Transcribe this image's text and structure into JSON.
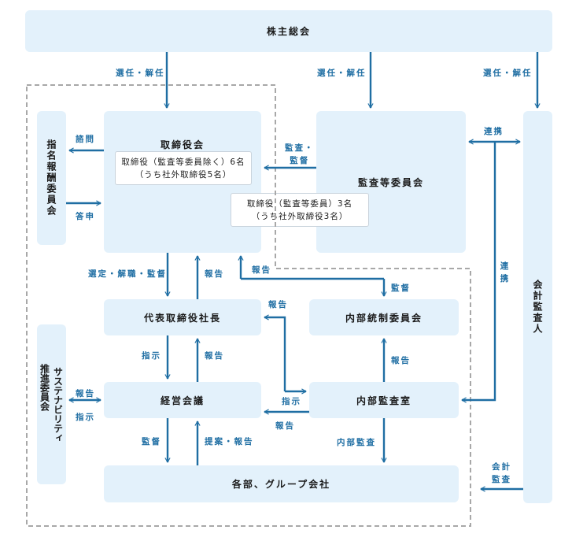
{
  "boxes": {
    "shareholders": "株主総会",
    "board": "取締役会",
    "board_members": [
      "取締役（監査等委員除く）6名",
      "（うち社外取締役5名）"
    ],
    "audit_members": [
      "取締役（監査等委員）3名",
      "（うち社外取締役3名）"
    ],
    "audit_committee": "監査等委員会",
    "nomination": "指名報酬委員会",
    "president": "代表取締役社長",
    "internal_control": "内部統制委員会",
    "sustainability": [
      "サステナビリティ",
      "推進委員会"
    ],
    "management": "経営会議",
    "internal_audit": "内部監査室",
    "departments": "各部、グループ会社",
    "auditor": "会計監査人"
  },
  "labels": {
    "elect1": "選任・解任",
    "elect2": "選任・解任",
    "elect3": "選任・解任",
    "consult": "諮問",
    "report_answer": "答申",
    "audit_supervise": [
      "監査・",
      "監督"
    ],
    "cooperate_top": "連携",
    "cooperate_side": [
      "連",
      "携"
    ],
    "appoint": "選定・解職・監督",
    "report_pres_board": "報告",
    "report_ic_board": "報告",
    "supervise_ic": "監督",
    "report_ia_pres": "報告",
    "instruct_pres": "指示",
    "report_mgmt_pres": "報告",
    "report_ia_ic": "報告",
    "sust_report": "報告",
    "sust_instruct": "指示",
    "instruct_ia": "指示",
    "report_ia_mgmt": "報告",
    "supervise_dept": "監督",
    "propose_report": "提案・報告",
    "internal_audit_label": "内部監査",
    "accounting_audit": [
      "会計",
      "監査"
    ]
  },
  "colors": {
    "box_fill": "#e3f1fb",
    "arrow": "#1f6ea3",
    "dashed": "#a8a8a8"
  }
}
